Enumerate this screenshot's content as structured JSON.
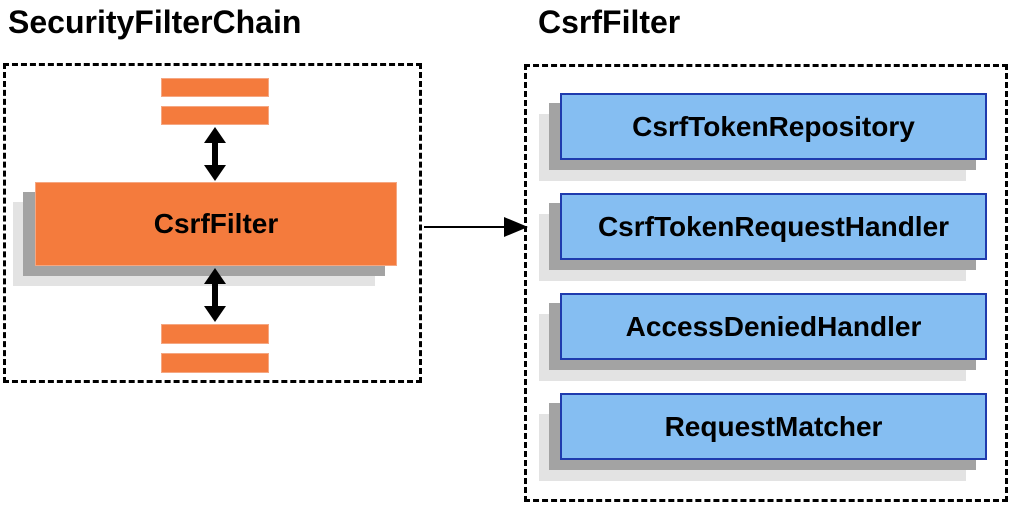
{
  "titles": {
    "left": "SecurityFilterChain",
    "right": "CsrfFilter"
  },
  "left_panel": {
    "filter_box_label": "CsrfFilter",
    "top_bars_count": 2,
    "bottom_bars_count": 2
  },
  "right_panel": {
    "components": [
      "CsrfTokenRepository",
      "CsrfTokenRequestHandler",
      "AccessDeniedHandler",
      "RequestMatcher"
    ]
  },
  "icons": {
    "vertical_double_arrow_top": "double-headed-arrow-vertical",
    "vertical_double_arrow_bottom": "double-headed-arrow-vertical",
    "horizontal_arrow": "arrow-right"
  },
  "colors": {
    "orange": "#F47B3D",
    "orange_border": "#F5A782",
    "blue": "#85BEF2",
    "blue_border": "#1F3BAE",
    "shadow_dark": "#A3A3A3",
    "shadow_light": "#E3E3E3",
    "line": "#000000"
  }
}
